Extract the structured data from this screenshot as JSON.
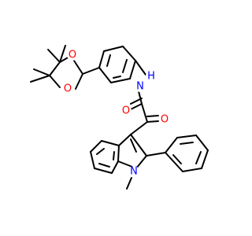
{
  "molecule": {
    "atoms": [
      {
        "id": "o_dioxolane_upper",
        "text": "O"
      },
      {
        "id": "o_dioxolane_lower",
        "text": "O"
      },
      {
        "id": "n_amide_nh",
        "text": "N"
      },
      {
        "id": "h_amide_nh",
        "text": "H"
      },
      {
        "id": "o_amide_carbonyl",
        "text": "O"
      },
      {
        "id": "o_keto_carbonyl",
        "text": "O"
      },
      {
        "id": "n_indole",
        "text": "N"
      }
    ],
    "colors": {
      "bond": "#000000",
      "oxygen": "#ff0000",
      "nitrogen": "#0000ff"
    }
  }
}
